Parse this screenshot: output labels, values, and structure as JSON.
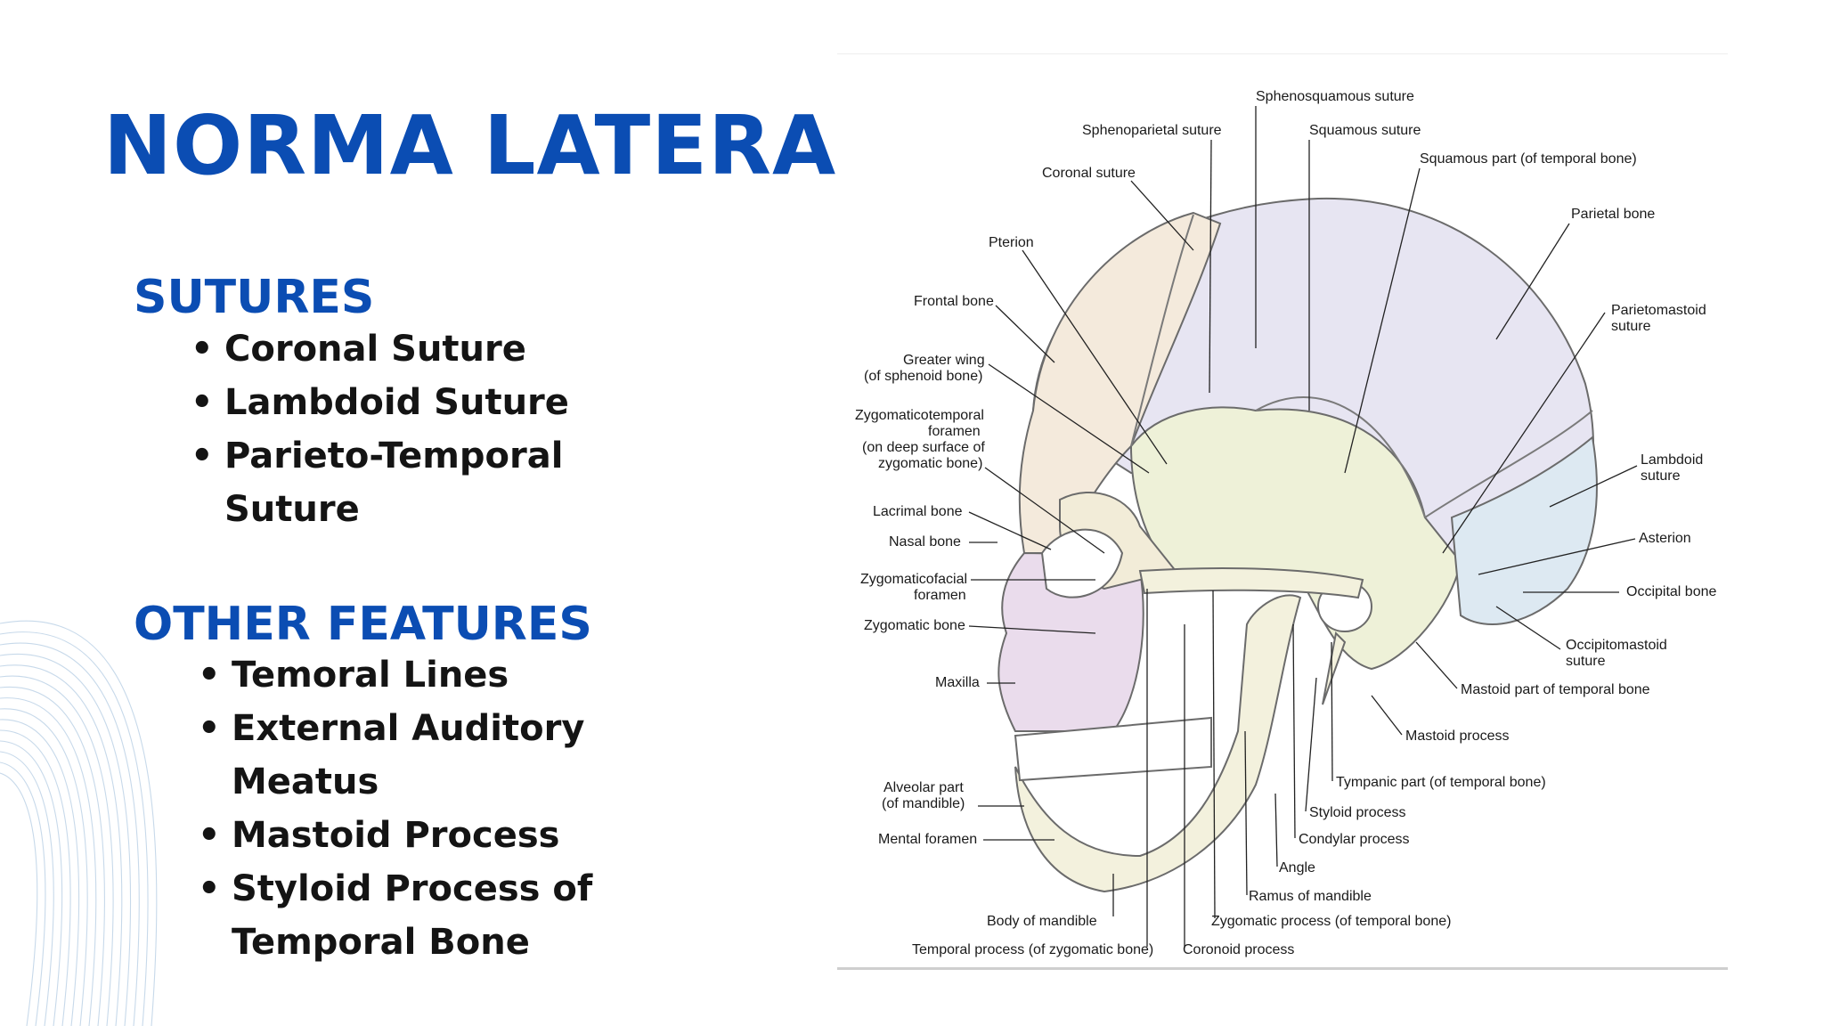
{
  "title": "NORMA LATERALIS",
  "sections": {
    "sutures": {
      "heading": "SUTURES",
      "items": [
        "Coronal Suture",
        "Lambdoid Suture",
        "Parieto-Temporal Suture"
      ]
    },
    "other": {
      "heading": "OTHER FEATURES",
      "items": [
        "Temoral Lines",
        "External Auditory Meatus",
        "Mastoid Process",
        "Styloid Process of Temporal Bone"
      ]
    }
  },
  "figure": {
    "labels": {
      "sphenosquamous_suture": "Sphenosquamous suture",
      "sphenoparietal_suture": "Sphenoparietal suture",
      "squamous_suture": "Squamous suture",
      "coronal_suture": "Coronal suture",
      "squamous_part": "Squamous part (of temporal bone)",
      "parietal_bone": "Parietal bone",
      "pterion": "Pterion",
      "frontal_bone": "Frontal bone",
      "parietomastoid_1": "Parietomastoid",
      "parietomastoid_2": "suture",
      "greater_wing_1": "Greater wing",
      "greater_wing_2": "(of sphenoid bone)",
      "zygomaticotemporal_1": "Zygomaticotemporal",
      "zygomaticotemporal_2": "foramen",
      "zygomaticotemporal_3": "(on deep surface of",
      "zygomaticotemporal_4": "zygomatic bone)",
      "lambdoid_1": "Lambdoid",
      "lambdoid_2": "suture",
      "lacrimal_bone": "Lacrimal bone",
      "nasal_bone": "Nasal bone",
      "asterion": "Asterion",
      "zygomaticofacial_1": "Zygomaticofacial",
      "zygomaticofacial_2": "foramen",
      "occipital_bone": "Occipital bone",
      "zygomatic_bone": "Zygomatic bone",
      "occipitomastoid_1": "Occipitomastoid",
      "occipitomastoid_2": "suture",
      "maxilla": "Maxilla",
      "mastoid_part": "Mastoid part of temporal bone",
      "mastoid_process": "Mastoid process",
      "tympanic_part": "Tympanic part (of temporal bone)",
      "alveolar_1": "Alveolar part",
      "alveolar_2": "(of mandible)",
      "styloid_process": "Styloid process",
      "mental_foramen": "Mental foramen",
      "condylar_process": "Condylar process",
      "angle": "Angle",
      "ramus": "Ramus of mandible",
      "body_of_mandible": "Body of mandible",
      "zygomatic_process": "Zygomatic process (of temporal bone)",
      "temporal_process": "Temporal process (of zygomatic bone)",
      "coronoid_process": "Coronoid process"
    }
  },
  "colors": {
    "heading_blue": "#0b4db3",
    "text_dark": "#141414",
    "parietal": "#e7e5f2",
    "frontal": "#f4eadc",
    "temporal": "#eef1d8",
    "occipital": "#dde9f2",
    "maxilla": "#eadcec",
    "mandible": "#f3f1dd"
  }
}
